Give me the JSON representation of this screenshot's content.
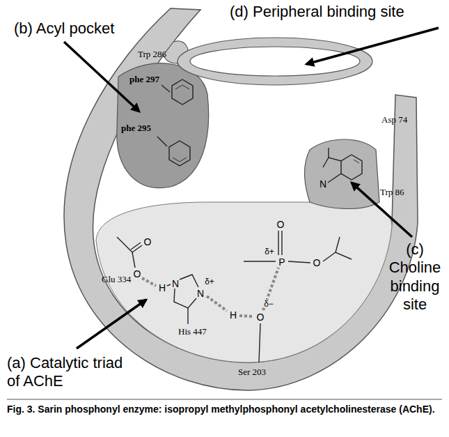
{
  "diagram": {
    "caption": "Fig. 3. Sarin phosphonyl enzyme: isopropyl methylphosphonyl acetylcholinesterase (AChE).",
    "labels": [
      "(b) Acyl pocket",
      "(d) Peripheral binding site",
      "Trp 286",
      "phe 297",
      "phe 295",
      "Asp 74",
      "Trp 86",
      "(c) Choline binding site",
      "Glu 334",
      "O",
      "O",
      "H",
      "N",
      "N",
      "δ+",
      "H",
      "O",
      "δ−",
      "O",
      "δ+",
      "P",
      "O",
      "N",
      "His 447",
      "Ser 203",
      "(a) Catalytic triad of AChE"
    ]
  }
}
